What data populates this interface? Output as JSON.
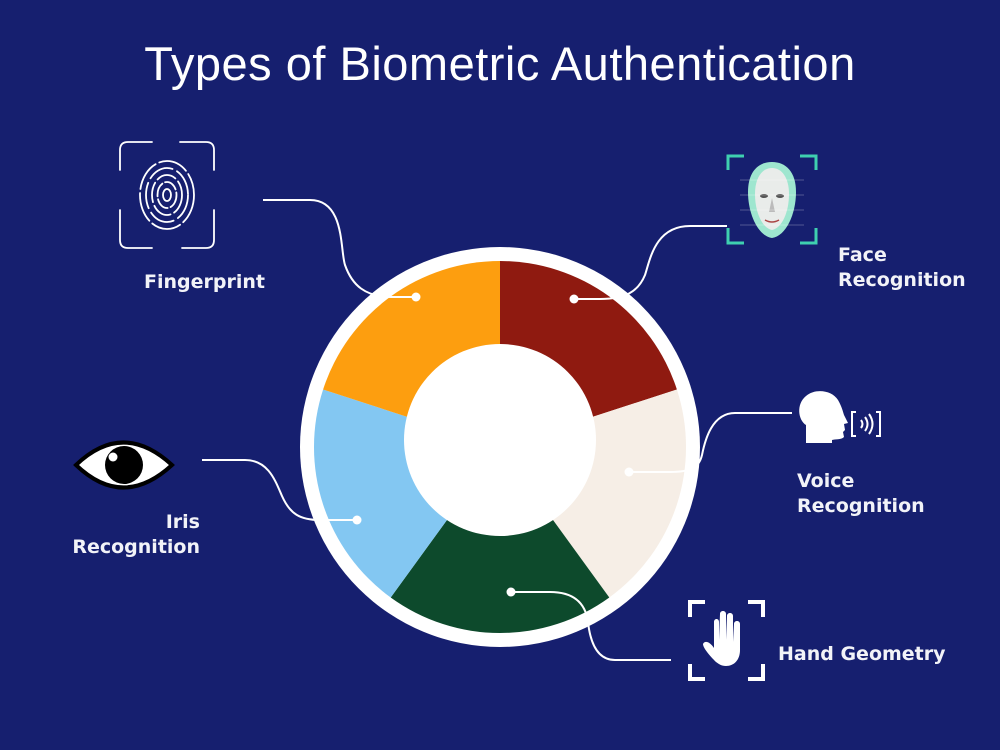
{
  "title": "Types of Biometric Authentication",
  "colors": {
    "background": "#161f6f",
    "ring": "#ffffff",
    "fingerprint": "#fd9e0f",
    "face": "#8f1a10",
    "voice": "#f6eee6",
    "hand": "#0d4a2c",
    "iris": "#83c7f2",
    "face_frame": "#3fd0b0"
  },
  "segments": [
    {
      "id": "fingerprint",
      "label": "Fingerprint",
      "icon": "fingerprint-icon"
    },
    {
      "id": "face",
      "label_line1": "Face",
      "label_line2": "Recognition",
      "icon": "face-scan-icon"
    },
    {
      "id": "voice",
      "label_line1": "Voice",
      "label_line2": "Recognition",
      "icon": "voice-icon"
    },
    {
      "id": "hand",
      "label": "Hand Geometry",
      "icon": "hand-scan-icon"
    },
    {
      "id": "iris",
      "label_line1": "Iris",
      "label_line2": "Recognition",
      "icon": "eye-icon"
    }
  ],
  "chart_data": {
    "type": "pie",
    "title": "Types of Biometric Authentication",
    "categories": [
      "Face Recognition",
      "Voice Recognition",
      "Hand Geometry",
      "Iris Recognition",
      "Fingerprint"
    ],
    "values": [
      20,
      20,
      20,
      20,
      20
    ],
    "donut": true
  }
}
